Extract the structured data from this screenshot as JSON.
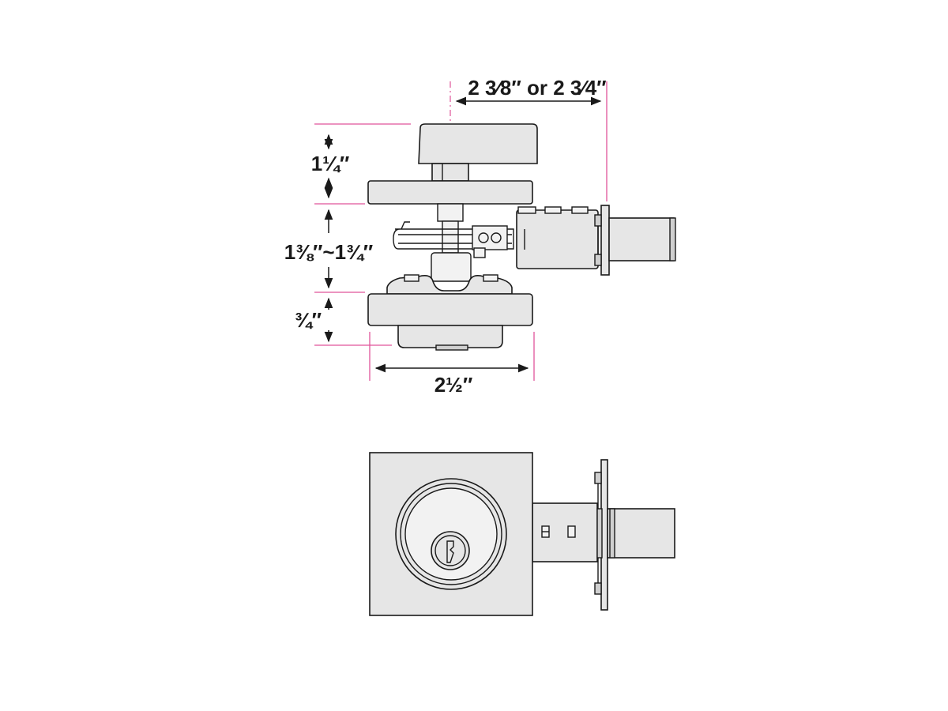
{
  "diagram": {
    "dimensions": {
      "backset": "2 3⁄8″ or 2 3⁄4″",
      "thumbturn_height": "1¼″",
      "door_thickness": "1⅜″~1¾″",
      "exterior_projection": "¾″",
      "rose_width": "2½″"
    },
    "colors": {
      "dimension_guides": "#e0559a",
      "line_art": "#1a1a1a",
      "part_fill": "#e6e6e6"
    }
  }
}
